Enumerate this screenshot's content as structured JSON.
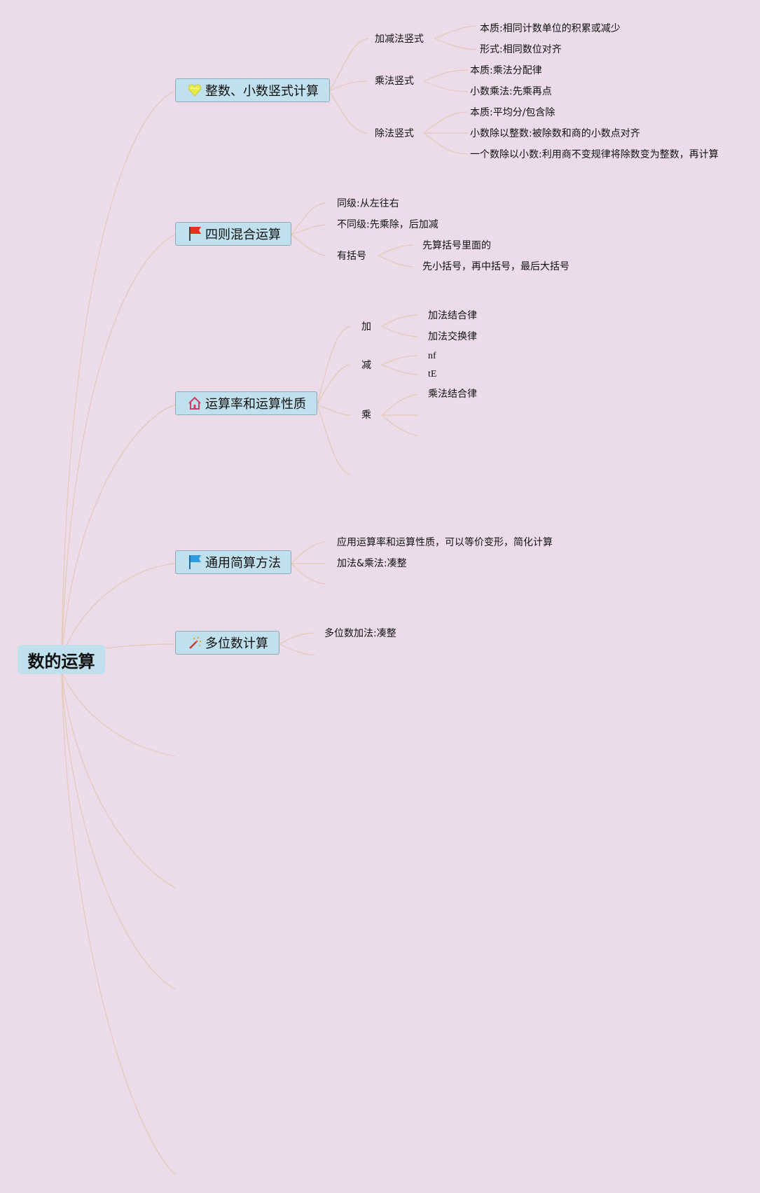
{
  "root": {
    "title": "数的运算"
  },
  "topics": {
    "t1": {
      "label": "整数、小数竖式计算",
      "icon": "heart-gem-icon",
      "branches": {
        "b1": {
          "label": "加减法竖式",
          "items": [
            "本质:相同计数单位的积累或减少",
            "形式:相同数位对齐"
          ]
        },
        "b2": {
          "label": "乘法竖式",
          "items": [
            "本质:乘法分配律",
            "小数乘法:先乘再点"
          ]
        },
        "b3": {
          "label": "除法竖式",
          "items": [
            "本质:平均分/包含除",
            "小数除以整数:被除数和商的小数点对齐",
            "一个数除以小数:利用商不变规律将除数变为整数，再计算"
          ]
        }
      }
    },
    "t2": {
      "label": "四则混合运算",
      "icon": "red-flag-icon",
      "items": [
        "同级:从左往右",
        "不同级:先乘除，后加减"
      ],
      "branch": {
        "label": "有括号",
        "items": [
          "先算括号里面的",
          "先小括号，再中括号，最后大括号"
        ]
      }
    },
    "t3": {
      "label": "运算率和运算性质",
      "icon": "home-icon",
      "branches": {
        "add": {
          "label": "加",
          "items": [
            "加法结合律",
            "加法交换律"
          ]
        },
        "sub": {
          "label": "减",
          "items": [
            "nf",
            "tE"
          ]
        },
        "mul": {
          "label": "乘",
          "items": [
            "乘法结合律"
          ]
        }
      }
    },
    "t4": {
      "label": "通用简算方法",
      "icon": "blue-flag-icon",
      "items": [
        "应用运算率和运算性质，可以等价变形，简化计算",
        "加法&乘法:凑整"
      ]
    },
    "t5": {
      "label": "多位数计算",
      "icon": "magic-wand-icon",
      "items": [
        "多位数加法:凑整"
      ]
    }
  },
  "colors": {
    "background": "#ecdcea",
    "node_fill": "#bfe0ec",
    "connector": "#e3c9b6"
  }
}
